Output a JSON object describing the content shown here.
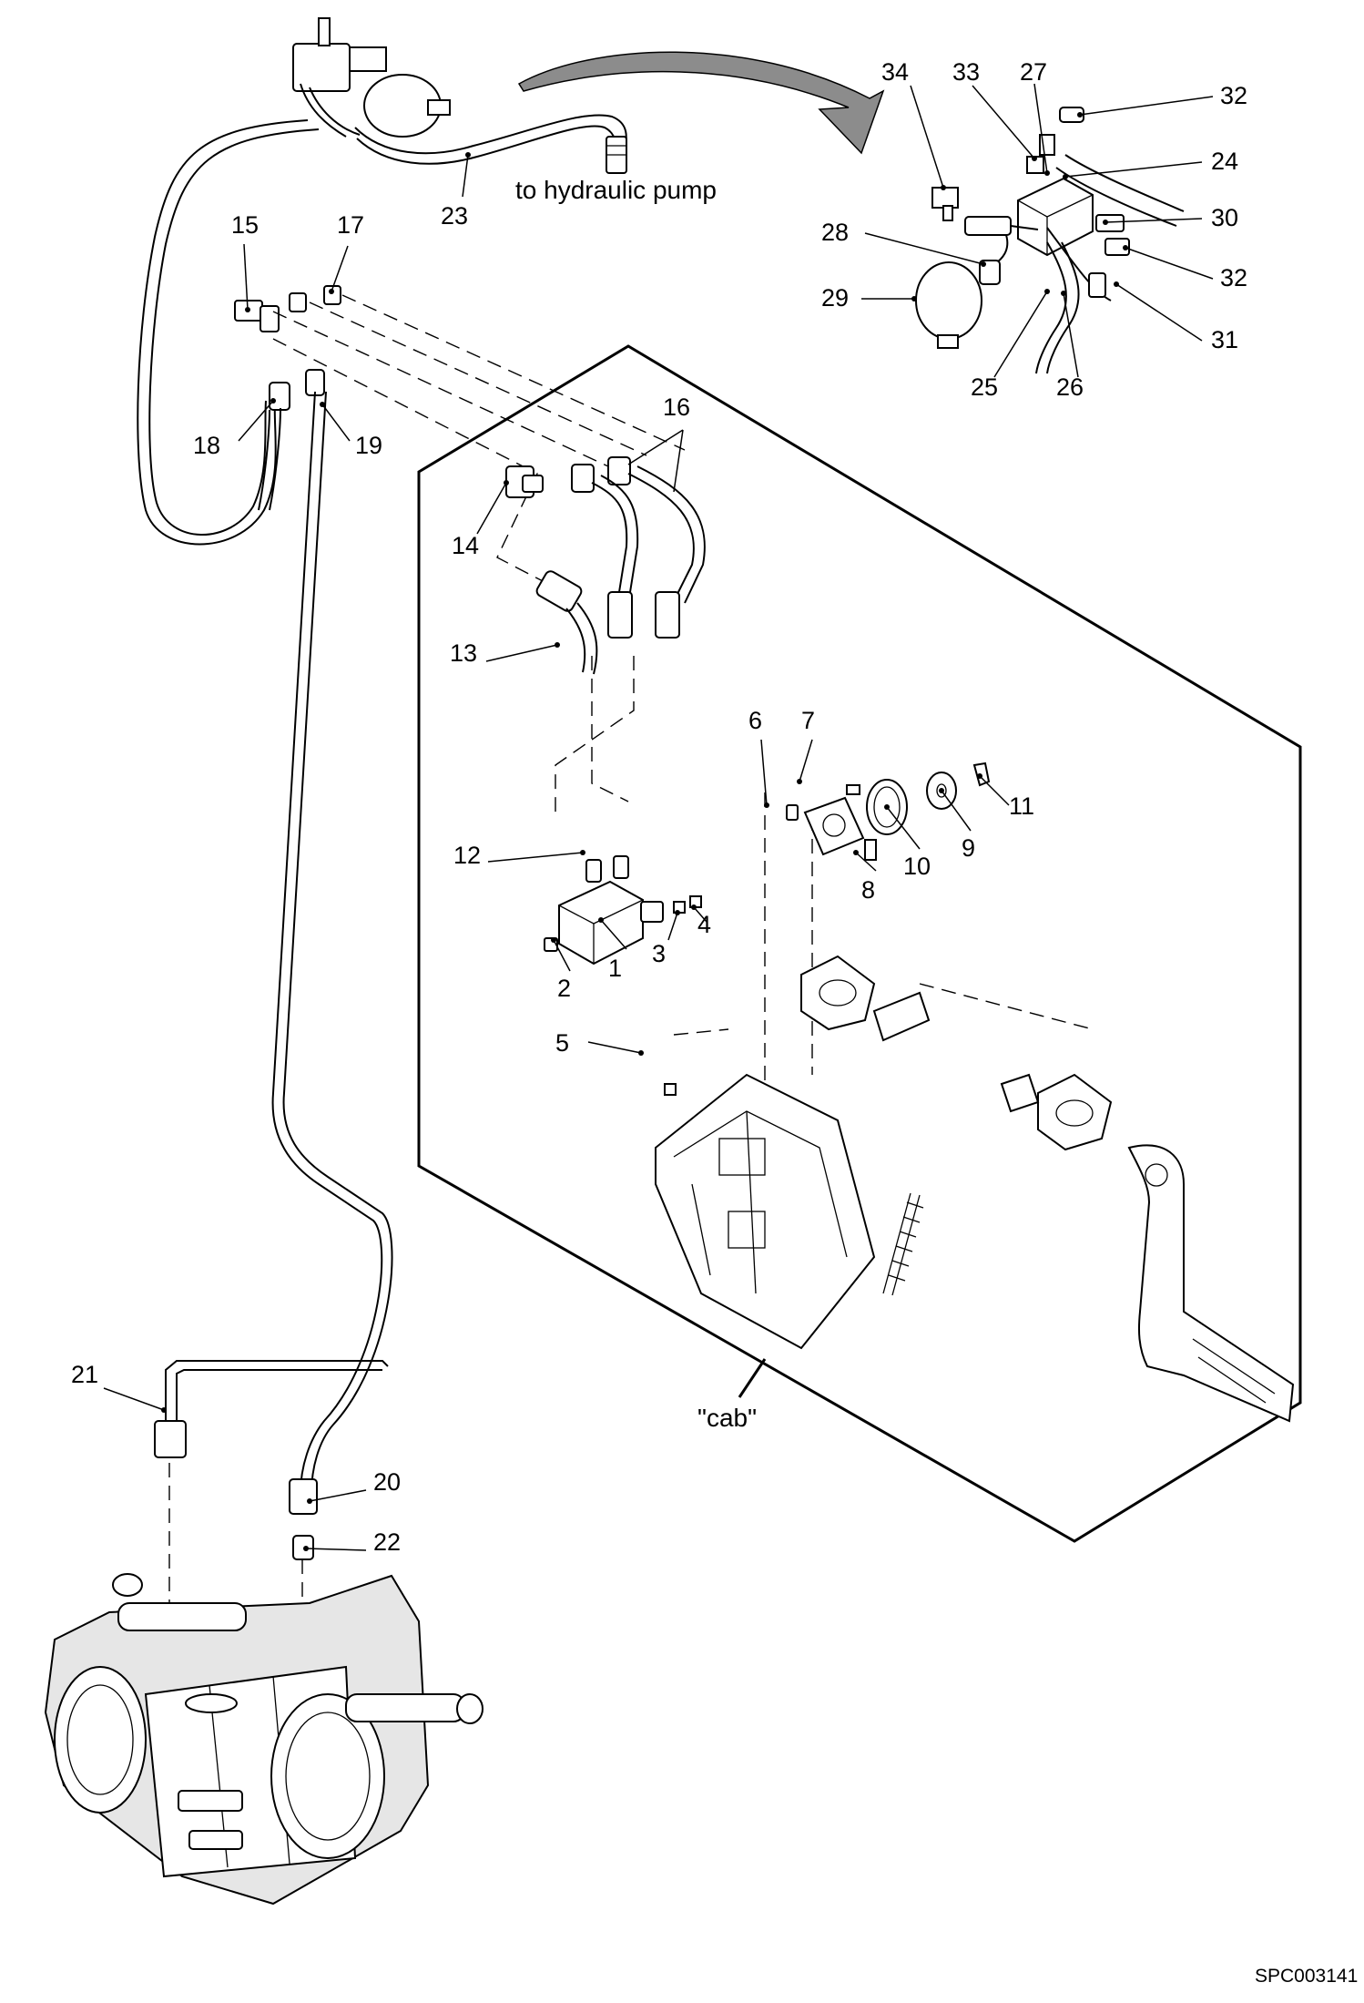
{
  "diagram": {
    "callouts": [
      "1",
      "2",
      "3",
      "4",
      "5",
      "6",
      "7",
      "8",
      "9",
      "10",
      "11",
      "12",
      "13",
      "14",
      "15",
      "16",
      "17",
      "18",
      "19",
      "20",
      "21",
      "22",
      "23",
      "24",
      "25",
      "26",
      "27",
      "28",
      "29",
      "30",
      "31",
      "32",
      "32",
      "33",
      "34"
    ],
    "annotations": {
      "hydraulic_pump": "to hydraulic pump",
      "cab": "\"cab\""
    },
    "drawing_code": "SPC003141"
  }
}
